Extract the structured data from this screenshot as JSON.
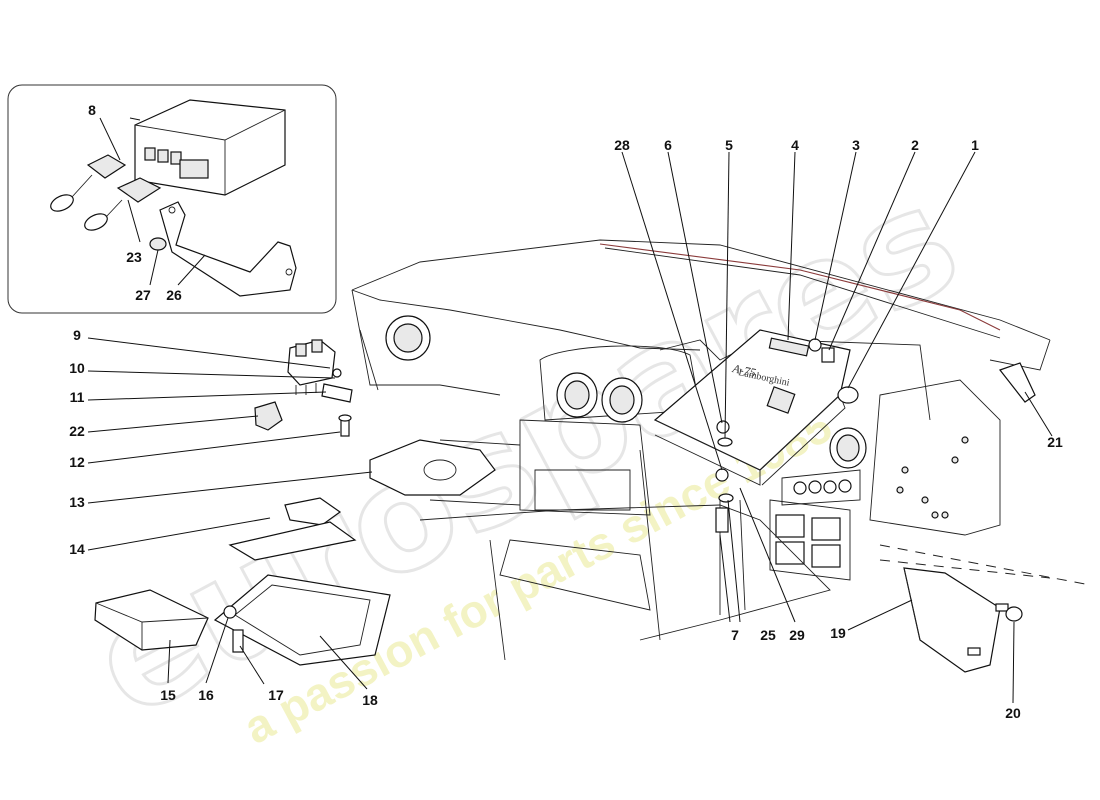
{
  "watermark": {
    "logo": "eurospares",
    "slogan": "a passion for parts since 1985"
  },
  "callouts": [
    {
      "id": "1",
      "label": "1"
    },
    {
      "id": "2",
      "label": "2"
    },
    {
      "id": "3",
      "label": "3"
    },
    {
      "id": "4",
      "label": "4"
    },
    {
      "id": "5",
      "label": "5"
    },
    {
      "id": "6",
      "label": "6"
    },
    {
      "id": "7",
      "label": "7"
    },
    {
      "id": "8",
      "label": "8"
    },
    {
      "id": "9",
      "label": "9"
    },
    {
      "id": "10",
      "label": "10"
    },
    {
      "id": "11",
      "label": "11"
    },
    {
      "id": "12",
      "label": "12"
    },
    {
      "id": "13",
      "label": "13"
    },
    {
      "id": "14",
      "label": "14"
    },
    {
      "id": "15",
      "label": "15"
    },
    {
      "id": "16",
      "label": "16"
    },
    {
      "id": "17",
      "label": "17"
    },
    {
      "id": "18",
      "label": "18"
    },
    {
      "id": "19",
      "label": "19"
    },
    {
      "id": "20",
      "label": "20"
    },
    {
      "id": "21",
      "label": "21"
    },
    {
      "id": "22",
      "label": "22"
    },
    {
      "id": "23",
      "label": "23"
    },
    {
      "id": "25",
      "label": "25"
    },
    {
      "id": "26",
      "label": "26"
    },
    {
      "id": "27",
      "label": "27"
    },
    {
      "id": "28",
      "label": "28"
    },
    {
      "id": "29",
      "label": "29"
    }
  ],
  "unit_marking": {
    "line1": "Lamborghini",
    "line2": "A-75"
  }
}
